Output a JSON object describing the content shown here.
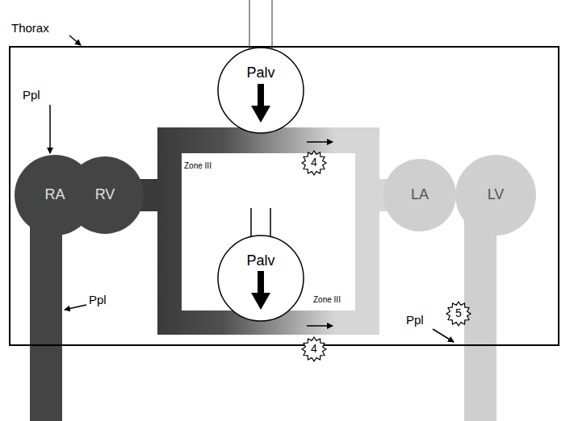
{
  "diagram": {
    "nodes": [
      {
        "text": [
          "Palv"
        ]
      },
      {
        "text": [
          "RA"
        ]
      },
      {
        "text": [
          "RV"
        ]
      },
      {
        "text": [
          "Palv"
        ]
      },
      {
        "text": [
          "LA"
        ]
      },
      {
        "text": [
          "LV"
        ]
      }
    ],
    "labels": [
      "Thorax",
      "Ppl",
      "Ppl",
      "Ppl",
      "Zone III",
      "Zone III",
      "4",
      "4",
      "5"
    ]
  }
}
